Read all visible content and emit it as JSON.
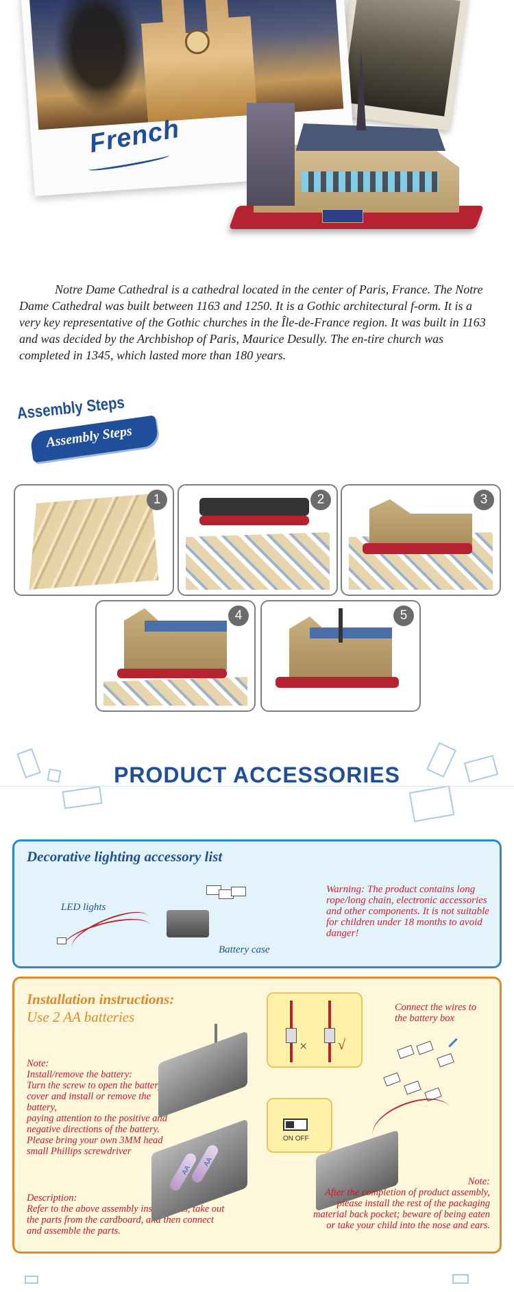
{
  "hero": {
    "polaroid_caption": "French"
  },
  "intro": {
    "paragraph": "Notre Dame Cathedral is a cathedral located in the center of Paris, France. The Notre Dame Cathedral was built between 1163 and 1250. It is a Gothic architectural f-orm. It is a very key representative of the Gothic churches in the Île-de-France region. It was built in 1163 and was decided by the Archbishop of Paris, Maurice Desully. The en-tire church was completed in 1345, which lasted more than 180 years."
  },
  "assembly": {
    "title_top": "Assembly Steps",
    "title_pill": "Assembly Steps",
    "steps": [
      {
        "number": "1"
      },
      {
        "number": "2"
      },
      {
        "number": "3"
      },
      {
        "number": "4"
      },
      {
        "number": "5"
      }
    ]
  },
  "accessories": {
    "title": "PRODUCT ACCESSORIES"
  },
  "lighting": {
    "title": "Decorative lighting accessory list",
    "led_label": "LED lights",
    "battery_label": "Battery case",
    "warning": "Warning: The product contains long rope/long chain, electronic accessories and other components. It is not suitable for children under 18 months to avoid danger!"
  },
  "installation": {
    "title": "Installation instructions:",
    "subtitle": "Use 2 AA batteries",
    "note_left": "Note:\nInstall/remove the battery:\nTurn the screw to open the battery box cover and install or remove the battery,\npaying attention to the positive and negative directions of the battery.\nPlease bring your own 3MM head small Phillips screwdriver",
    "description": "Description:\nRefer to the above assembly instructions, take out the parts from the cardboard, and then connect and assemble the parts.",
    "connect_wires": "Connect the wires to the battery box",
    "note_right": "Note:\nAfter the completion of product assembly, please install the rest of the packaging material back pocket; beware of being eaten or take your child into the nose and ears.",
    "switch_label": "ON OFF",
    "battery_marks": [
      "AA",
      "AA"
    ],
    "wrong_mark": "×",
    "right_mark": "√"
  },
  "colors": {
    "brand_blue": "#1f4f9a",
    "warning_red": "#d0202a",
    "install_orange": "#e0892a",
    "light_box_bg": "#e2f3fc",
    "install_box_bg": "#fff7dc"
  }
}
